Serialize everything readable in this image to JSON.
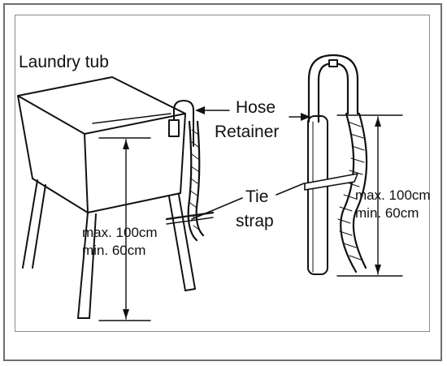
{
  "labels": {
    "tub": "Laundry tub",
    "hose": "Hose",
    "retainer": "Retainer",
    "tie": "Tie",
    "strap": "strap",
    "left_max": "max. 100cm",
    "left_min": "min. 60cm",
    "right_max": "max. 100cm",
    "right_min": "min. 60cm"
  }
}
